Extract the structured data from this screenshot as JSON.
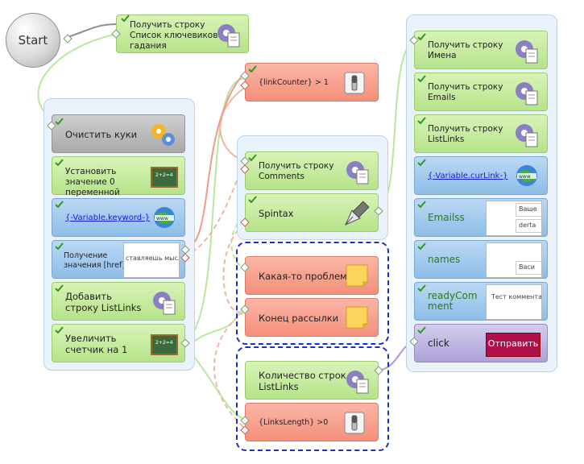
{
  "start_label": "Start",
  "nodes": {
    "get_keywords": "Получить строку Список ключевиков гадания",
    "clear_cookies": "Очистить куки",
    "set_var_zero": "Установить значение 0 переменной",
    "var_keyword": "{-Variable.keyword-}",
    "get_href": "Получение значения [href]",
    "get_href_preview": "ставляешь мысли",
    "add_listlinks": "Добавить строку ListLinks",
    "inc_counter": "Увеличить счетчик на 1",
    "link_counter_cond": "{linkCounter} > 1",
    "get_comments": "Получить строку Comments",
    "spintax": "Spintax",
    "problem": "Какая-то проблема",
    "end_mailing": "Конец рассылки",
    "count_listlinks": "Количество строк ListLinks",
    "links_length_cond": "{LinksLength} >0",
    "get_names": "Получить строку Имена",
    "get_emails": "Получить строку Emails",
    "get_listlinks": "Получить строку ListLinks",
    "var_curlink": "{-Variable.curLink-}",
    "emailss": "Emailss",
    "emailss_preview_1": "Ваше",
    "emailss_preview_2": "derta",
    "names": "names",
    "names_preview": "Васи",
    "ready_comment": "readyComment",
    "ready_comment_preview": "Тест коммента",
    "click": "click",
    "click_button": "Отправить"
  },
  "colors": {
    "green_node": "#b5e38a",
    "red_node": "#f48f7b",
    "gray_node": "#a9a9a9",
    "blue_node": "#8ebde8",
    "purple_node": "#aea1da",
    "group_bg": "#eaf3fb",
    "dashed_border": "#1a2fc4",
    "success_edge": "#9edb7a",
    "fail_edge": "#f29a86",
    "start_edge": "#8c8c8c",
    "click_edge": "#a99ad6"
  },
  "icons": {
    "gear_doc": "gear-document-icon",
    "gear_cogs": "gear-cogs-icon",
    "chalkboard": "chalkboard-icon",
    "globe": "www-globe-icon",
    "toggle_switch": "toggle-switch-icon",
    "pen_nib": "pen-nib-icon",
    "sticky_note": "sticky-note-icon",
    "check": "check-mark-icon"
  }
}
